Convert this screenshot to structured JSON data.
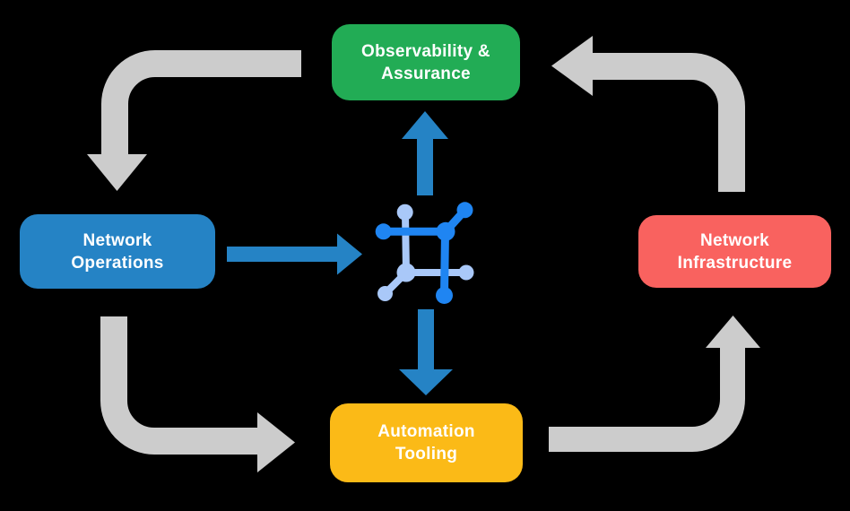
{
  "background": "#000000",
  "colors": {
    "observability_green": "#22AC55",
    "operations_blue": "#2583C5",
    "infrastructure_red": "#F9625F",
    "tooling_yellow": "#FBBA17",
    "label_text": "#FFFFFF",
    "flow_arrow_gray": "#CCCCCC",
    "core_arrow_blue": "#2583C5",
    "icon_blue_dark": "#1F85F2",
    "icon_blue_light": "#A9C8F8"
  },
  "icons": {
    "center": "network-automation-icon"
  },
  "nodes": {
    "observability": {
      "line1": "Observability &",
      "line2": "Assurance"
    },
    "operations": {
      "line1": "Network",
      "line2": "Operations"
    },
    "infrastructure": {
      "line1": "Network",
      "line2": "Infrastructure"
    },
    "tooling": {
      "line1": "Automation",
      "line2": "Tooling"
    }
  }
}
